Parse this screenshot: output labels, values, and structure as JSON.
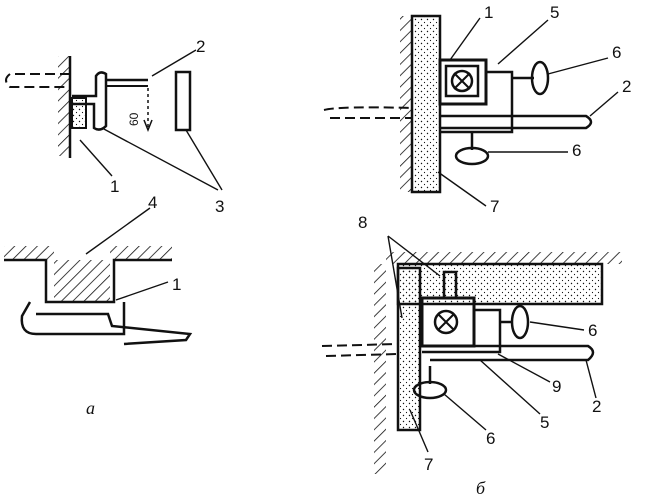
{
  "colors": {
    "ink": "#111111",
    "paper": "#ffffff"
  },
  "labels": {
    "a_1": "1",
    "a_2": "2",
    "a_3": "3",
    "a_4": "4",
    "a_1b": "1",
    "a_dim": "60",
    "b_1": "1",
    "b_5": "5",
    "b_6a": "6",
    "b_2": "2",
    "b_6b": "6",
    "b_7": "7",
    "c_8": "8",
    "c_6a": "6",
    "c_9": "9",
    "c_2": "2",
    "c_5": "5",
    "c_6b": "6",
    "c_7": "7"
  },
  "captions": {
    "a": "а",
    "b": "б"
  }
}
